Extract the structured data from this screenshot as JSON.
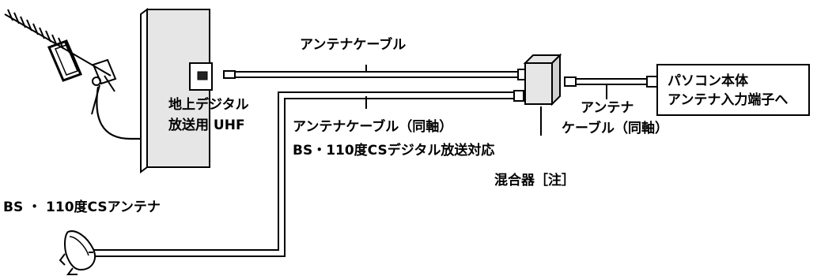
{
  "labels": {
    "cable_top": "アンテナケーブル",
    "terrestrial_line1": "地上デジタル",
    "terrestrial_line2": "放送用 UHF",
    "cable_coax": "アンテナケーブル（同軸）",
    "bs_compatible": "BS・110度CSデジタル放送対応",
    "bs_antenna": "BS ・ 110度CSアンテナ",
    "mixer": "混合器［注］",
    "cable_right_line1": "アンテナ",
    "cable_right_line2": "ケーブル（同軸）",
    "pc_line1": "パソコン本体",
    "pc_line2": "アンテナ入力端子へ"
  },
  "colors": {
    "line": "#000000",
    "wall": "#e6e6e6",
    "background": "#ffffff"
  }
}
